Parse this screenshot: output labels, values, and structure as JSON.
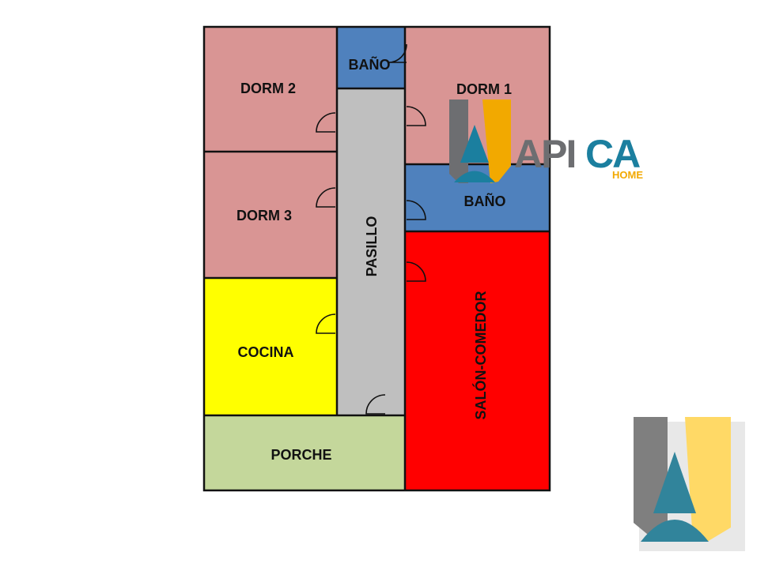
{
  "rooms": {
    "dorm2": "DORM 2",
    "bano_top": "BAÑO",
    "dorm1": "DORM 1",
    "dorm3": "DORM 3",
    "bano_mid": "BAÑO",
    "pasillo": "PASILLO",
    "salon": "SALÓN-COMEDOR",
    "cocina": "COCINA",
    "porche": "PORCHE"
  },
  "logo": {
    "letters_gray": "API",
    "letters_blue": "CA",
    "sub": "HOME"
  },
  "colors": {
    "dorm": "#d99594",
    "bano": "#4f81bd",
    "pasillo": "#bfbfbf",
    "salon": "#ff0000",
    "cocina": "#ffff00",
    "porche": "#c4d79b",
    "logo_gray": "#6d6e71",
    "logo_blue": "#1b7f9f",
    "logo_yellow": "#f2a900"
  }
}
